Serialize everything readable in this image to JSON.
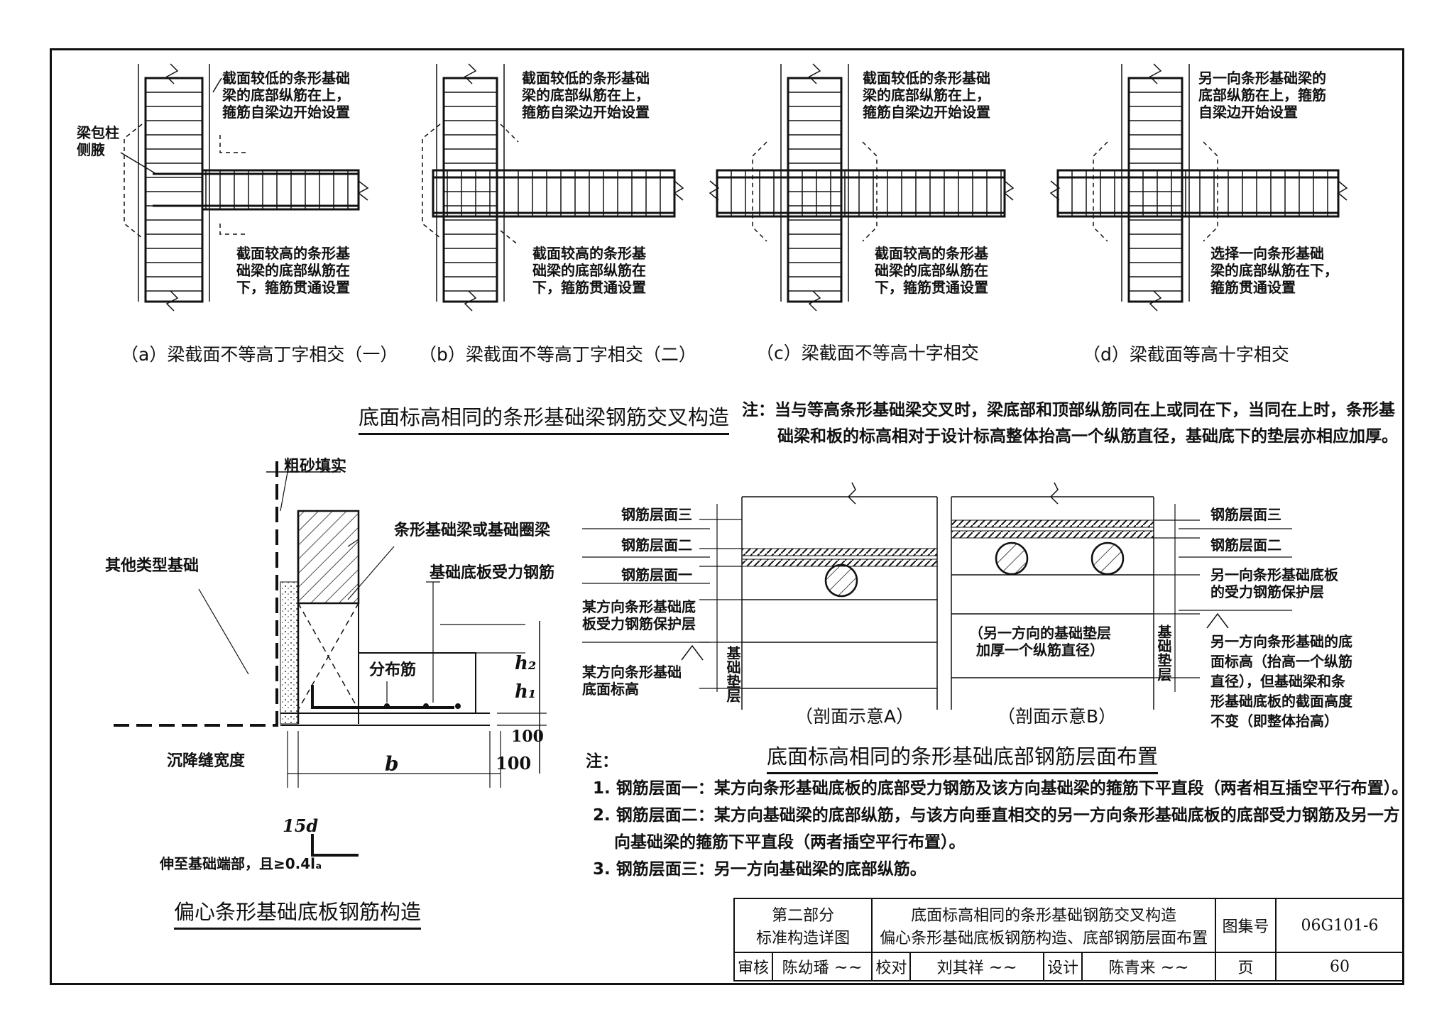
{
  "top_figures": [
    {
      "note_upper": [
        "截面较低的条形基础",
        "梁的底部纵筋在上，",
        "箍筋自梁边开始设置"
      ],
      "note_lower": [
        "截面较高的条形基",
        "础梁的底部纵筋在",
        "下，箍筋贯通设置"
      ],
      "side_label": [
        "梁包柱",
        "侧腋"
      ],
      "caption": "（a）梁截面不等高丁字相交（一）"
    },
    {
      "note_upper": [
        "截面较低的条形基础",
        "梁的底部纵筋在上，",
        "箍筋自梁边开始设置"
      ],
      "note_lower": [
        "截面较高的条形基",
        "础梁的底部纵筋在",
        "下，箍筋贯通设置"
      ],
      "caption": "（b）梁截面不等高丁字相交（二）"
    },
    {
      "note_upper": [
        "截面较低的条形基础",
        "梁的底部纵筋在上，",
        "箍筋自梁边开始设置"
      ],
      "note_lower": [
        "截面较高的条形基",
        "础梁的底部纵筋在",
        "下，箍筋贯通设置"
      ],
      "caption": "（c）梁截面不等高十字相交"
    },
    {
      "note_upper": [
        "另一向条形基础梁的",
        "底部纵筋在上，箍筋",
        "自梁边开始设置"
      ],
      "note_lower": [
        "选择一向条形基础",
        "梁的底部纵筋在下，",
        "箍筋贯通设置"
      ],
      "caption": "（d）梁截面等高十字相交"
    }
  ],
  "section1_title": "底面标高相同的条形基础梁钢筋交叉构造",
  "section1_note": [
    "注：当与等高条形基础梁交叉时，梁底部和顶部纵筋同在上或同在下，当同在上时，条形基",
    "础梁和板的标高相对于设计标高整体抬高一个纵筋直径，基础底下的垫层亦相应加厚。"
  ],
  "eccentric": {
    "labels": {
      "fill": "粗砂填实",
      "beam": "条形基础梁或基础圈梁",
      "other": "其他类型基础",
      "slab_bar": "基础底板受力钢筋",
      "dist_bar": "分布筋",
      "settle": "沉降缝宽度",
      "b": "b",
      "h1": "h₁",
      "h2": "h₂",
      "d100a": "100",
      "d100b": "100",
      "hook": "15d",
      "extend": "伸至基础端部，且≥0.4lₐ"
    },
    "title": "偏心条形基础底板钢筋构造"
  },
  "layers": {
    "left_labels": [
      "钢筋层面三",
      "钢筋层面二",
      "钢筋层面一",
      "某方向条形基础底",
      "板受力钢筋保护层",
      "某方向条形基础",
      "底面标高"
    ],
    "left_vertical": "基础垫层",
    "right_labels": [
      "钢筋层面三",
      "钢筋层面二",
      "另一向条形基础底板",
      "的受力钢筋保护层",
      "另一方向条形基础的底",
      "面标高（抬高一个纵筋",
      "直径），但基础梁和条",
      "形基础底板的截面高度",
      "不变（即整体抬高）"
    ],
    "right_vertical": "基础垫层",
    "section_b_note": [
      "（另一方向的基础垫层",
      "加厚一个纵筋直径）"
    ],
    "cap_a": "（剖面示意A）",
    "cap_b": "（剖面示意B）",
    "title": "底面标高相同的条形基础底部钢筋层面布置"
  },
  "notes": {
    "head": "注：",
    "items": [
      "1. 钢筋层面一：某方向条形基础底板的底部受力钢筋及该方向基础梁的箍筋下平直段（两者相互插空平行布置）。",
      "2. 钢筋层面二：某方向基础梁的底部纵筋，与该方向垂直相交的另一方向条形基础底板的底部受力钢筋及另一方",
      "    向基础梁的箍筋下平直段（两者插空平行布置）。",
      "3. 钢筋层面三：另一方向基础梁的底部纵筋。"
    ]
  },
  "title_block": {
    "part": "第二部分",
    "part_sub": "标准构造详图",
    "title1": "底面标高相同的条形基础钢筋交叉构造",
    "title2": "偏心条形基础底板钢筋构造、底部钢筋层面布置",
    "atlas_label": "图集号",
    "atlas_no": "06G101-6",
    "review": "审核",
    "reviewer": "陈幼璠",
    "check": "校对",
    "checker": "刘其祥",
    "design": "设计",
    "designer": "陈青来",
    "page_label": "页",
    "page_no": "60"
  }
}
